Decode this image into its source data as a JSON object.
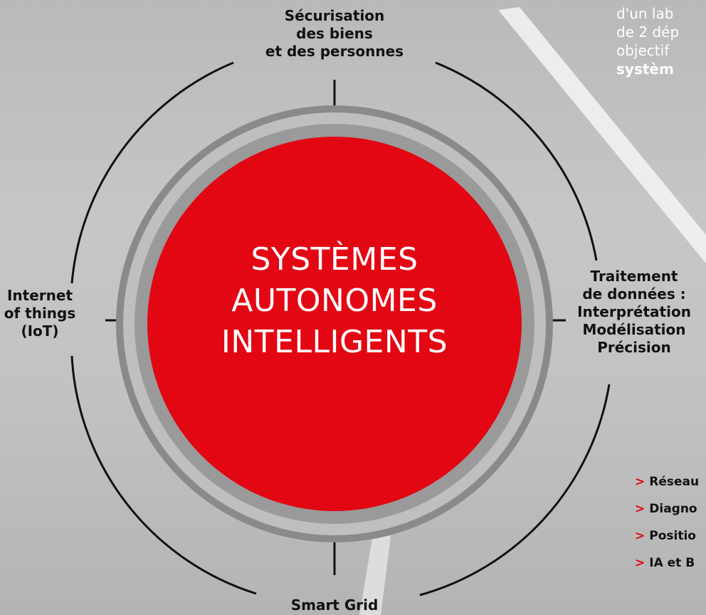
{
  "center": {
    "lines": [
      "SYSTÈMES",
      "AUTONOMES",
      "INTELLIGENTS"
    ]
  },
  "labels": {
    "top": [
      "Sécurisation",
      "des biens",
      "et des personnes"
    ],
    "left": [
      "Internet",
      "of things",
      "(IoT)"
    ],
    "right": [
      "Traitement",
      "de données :",
      "Interprétation",
      "Modélisation",
      "Précision"
    ],
    "bottom": [
      "Smart Grid"
    ]
  },
  "intro_text": {
    "lines": [
      "d'un lab",
      "de 2 dép",
      "objectif"
    ],
    "bold_line": "systèm"
  },
  "bullets": {
    "marker": ">",
    "items": [
      "Réseau",
      "Diagno",
      "Positio",
      "IA et B"
    ]
  },
  "colors": {
    "accent_red": "#e30613",
    "ring_gray": "#8a8a8a",
    "ring_light": "#bdbdbd",
    "line_black": "#111111"
  }
}
